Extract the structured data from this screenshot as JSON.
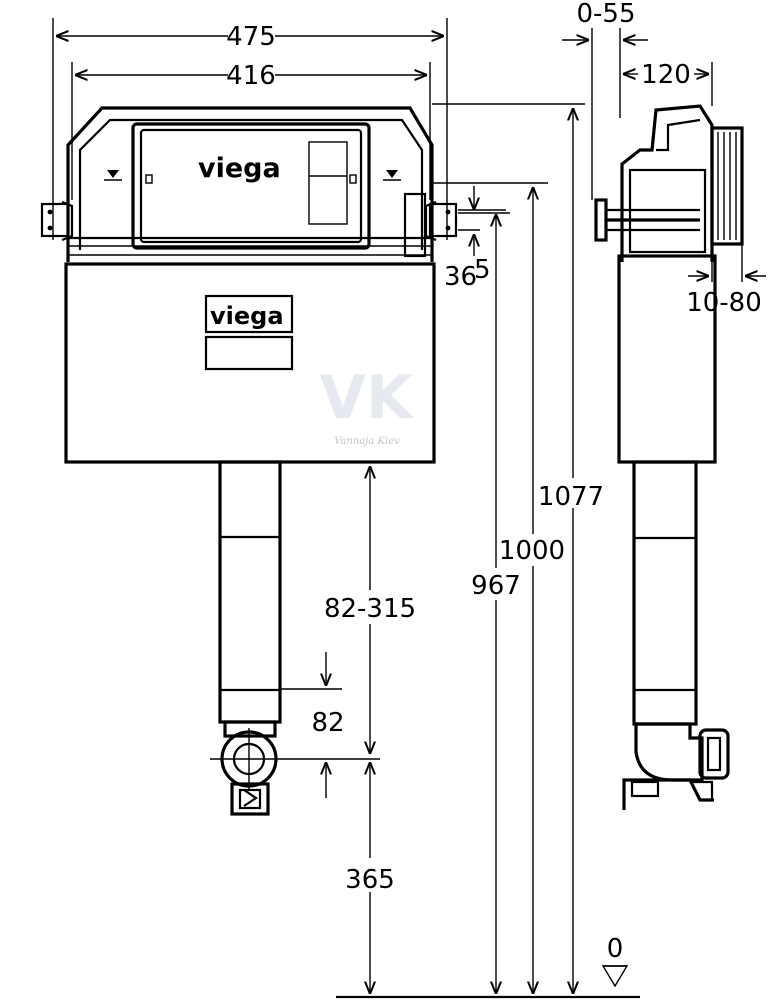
{
  "dimensions": {
    "width_total": "475",
    "width_frame": "416",
    "depth_adjust": "0-55",
    "depth_depth": "120",
    "cover_range": "10-80",
    "bracket_offset": "36",
    "bracket_small": "5",
    "height_total": "1077",
    "height_1000": "1000",
    "height_967": "967",
    "pipe_range": "82-315",
    "pipe_82": "82",
    "height_365": "365",
    "floor_level": "0"
  },
  "logos": {
    "top": "viega",
    "front": "viega"
  },
  "watermark": {
    "mark": "VK",
    "text": "Vannaja Kiev"
  }
}
